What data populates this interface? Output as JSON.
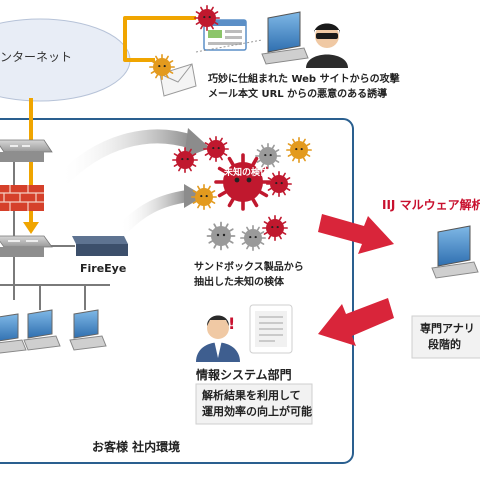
{
  "internet": {
    "label": "ンターネット"
  },
  "attack": {
    "line1": "巧妙に仕組まれた Web サイトからの攻撃",
    "line2": "メール本文 URL からの悪意のある誘導"
  },
  "fireeye": {
    "label": "FireEye"
  },
  "unknown_sample": {
    "label": "未知の検体"
  },
  "sandbox": {
    "line1": "サンドボックス製品から",
    "line2": "抽出した未知の検体"
  },
  "iij": {
    "label": "IIJ マルウェア解析"
  },
  "analyst": {
    "line1": "専門アナリ",
    "line2": "段階的"
  },
  "infosys": {
    "title": "情報システム部門",
    "line1": "解析結果を利用して",
    "line2": "運用効率の向上が可能",
    "alert_mark": "!"
  },
  "customer": {
    "label": "お客様 社内環境"
  },
  "colors": {
    "arrow_orange": "#f0a500",
    "arrow_red": "#d9253a",
    "virus_red": "#c0182e",
    "virus_orange": "#e39a1e",
    "virus_gray": "#9a9a9a",
    "panel_border": "#2a5f8f",
    "internet_cloud": "#e8edf6"
  }
}
